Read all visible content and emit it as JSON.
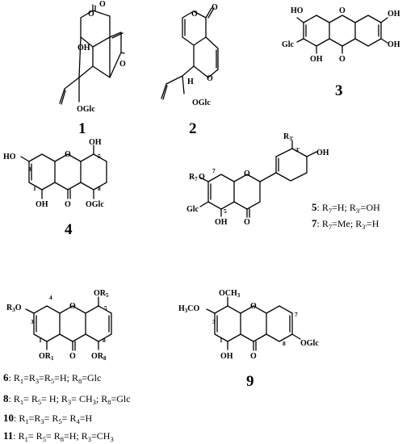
{
  "compounds": [
    {
      "label": "1",
      "labels": {
        "o": "O",
        "oh": "OH",
        "oglc": "OGlc"
      }
    },
    {
      "label": "2",
      "labels": {
        "o": "O",
        "h": "H",
        "oglc": "OGlc"
      }
    },
    {
      "label": "3",
      "labels": {
        "ho": "HO",
        "oh": "OH",
        "glc": "Glc",
        "o": "O"
      }
    },
    {
      "label": "4",
      "labels": {
        "ho": "HO",
        "oh": "OH",
        "oglc": "OGlc",
        "o": "O"
      },
      "positions": [
        "3",
        "1",
        "5",
        "8"
      ]
    },
    {
      "label": "5",
      "labels": {
        "r": "R",
        "r3": "3'",
        "o": "O",
        "oh": "OH",
        "glc": "Glc",
        "r7": "7"
      },
      "positions": [
        "7",
        "5",
        "3'"
      ],
      "substituents": [
        {
          "compound": "5",
          "text": ": R",
          "sub1": "7",
          "mid": "=H; R",
          "sub2": "3'",
          "tail": "=OH"
        },
        {
          "compound": "7",
          "text": ": R",
          "sub1": "7",
          "mid": "=Me; R",
          "sub2": "3'",
          "tail": "=H"
        }
      ]
    },
    {
      "label": "6",
      "labels": {
        "r": "R",
        "o": "O",
        "or": "OR"
      },
      "positions": [
        "4",
        "3",
        "1",
        "5",
        "8"
      ],
      "subscripts": [
        "3",
        "5",
        "1",
        "8"
      ],
      "substituents": [
        {
          "compound": "6",
          "parts": [
            "R",
            "1",
            "=R",
            "3",
            "=R",
            "5",
            "=H; R",
            "8",
            "=Glc"
          ]
        },
        {
          "compound": "8",
          "parts": [
            "R",
            "1",
            "= R",
            "5",
            "= H; R",
            "3",
            "= CH",
            "3",
            "; R",
            "8",
            "=Glc"
          ]
        },
        {
          "compound": "10",
          "parts": [
            "R",
            "1",
            "=R",
            "3",
            "= R",
            "5",
            "= R",
            "4",
            "=H"
          ]
        },
        {
          "compound": "11",
          "parts": [
            "R",
            "1",
            "= R",
            "5",
            "= R",
            "8",
            "=H; R",
            "3",
            "=CH",
            "3"
          ]
        }
      ]
    },
    {
      "label": "9",
      "labels": {
        "och3": "OCH",
        "h3co": "H",
        "co": "CO",
        "o": "O",
        "oh": "OH",
        "oglc": "OGlc",
        "three": "3"
      },
      "positions": [
        "3",
        "1",
        "7",
        "8"
      ]
    }
  ]
}
